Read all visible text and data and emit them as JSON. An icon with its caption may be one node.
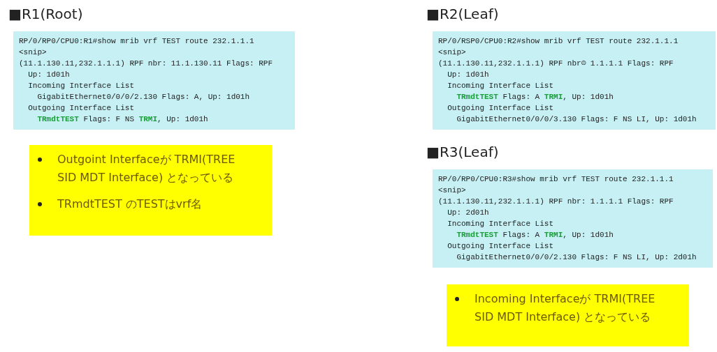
{
  "diagram": {
    "nodes": [
      {
        "text": [
          "■R1(Root)",
          "RP/0/RP0/CPU0:R1#show mrib vrf TEST route 232.1.1.1",
          "<snip>",
          "(11.1.130.11,232.1.1.1) RPF nbr: 11.1.130.11 Flags: RPF",
          "Up: 1d01h",
          "Incoming Interface List",
          "GigabitEthernet0/0/0/2.130 Flags: A, Up: 1d01h",
          "Outgoing Interface List",
          "**TRmdtTEST** Flags: F NS **TRMI**, Up: 1d01h"
        ]
      },
      {
        "text": [
          "Outgoint Interfaceが TRMI(TREE SID MDT Interface) となっている",
          "TRmdtTEST のTESTはvrf名"
        ]
      },
      {
        "text": [
          "■R2(Leaf)",
          "RP/0/RSP0/CPU0:R2#show mrib vrf TEST route 232.1.1.1",
          "<snip>",
          "(11.1.130.11,232.1.1.1) RPF nbr☹ 1.1.1.1 Flags: RPF",
          "Up: 1d01h",
          "Incoming Interface List",
          "**TRmdtTEST** Flags: A **TRMI**, Up: 1d01h",
          "Outgoing Interface List",
          "GigabitEthernet0/0/0/3.130 Flags: F NS LI, Up: 1d01h"
        ]
      },
      {
        "text": [
          "■R3(Leaf)",
          "RP/0/RP0/CPU0:R3#show mrib vrf TEST route 232.1.1.1",
          "<snip>",
          "(11.1.130.11,232.1.1.1) RPF nbr: 1.1.1.1 Flags: RPF",
          "Up: 2d01h",
          "Incoming Interface List",
          "**TRmdtTEST** Flags: A **TRMI**, Up: 1d01h",
          "Outgoing Interface List",
          "GigabitEthernet0/0/0/2.130 Flags: F NS LI, Up: 2d01h"
        ]
      },
      {
        "text": [
          "Incoming Interfaceが TRMI(TREE SID MDT Interface) となっている"
        ]
      }
    ]
  }
}
